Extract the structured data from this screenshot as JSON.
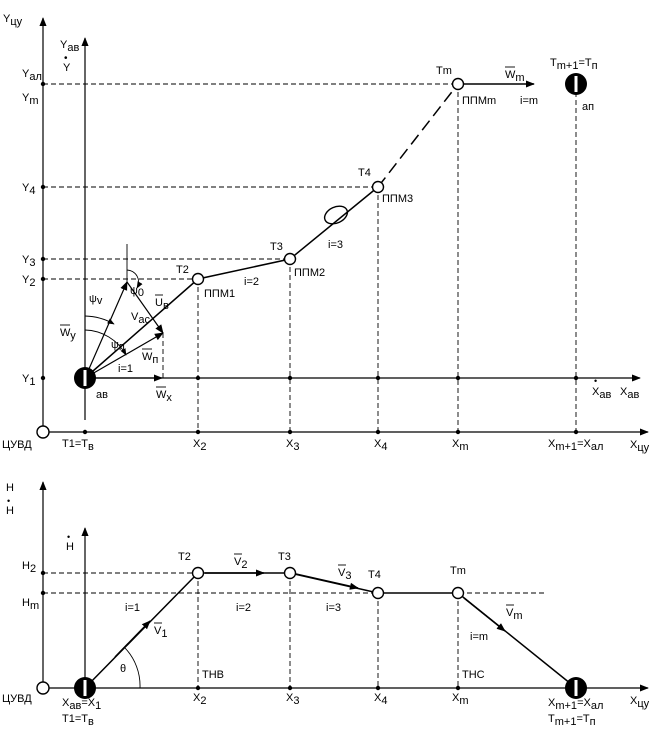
{
  "top": {
    "axis_y_cu": "Y",
    "axis_y_cu_sub": "цу",
    "axis_y_av": "Y",
    "axis_y_av_sub": "ав",
    "axis_y_dot": "Y",
    "axis_x_cu": "X",
    "axis_x_cu_sub": "цу",
    "axis_x_av": "X",
    "axis_x_av_sub": "ав",
    "origin": "ЦУВД",
    "y_ticks": [
      {
        "t": "Y",
        "s": "ал"
      },
      {
        "t": "Y",
        "s": "m"
      },
      {
        "t": "Y",
        "s": "4"
      },
      {
        "t": "Y",
        "s": "3"
      },
      {
        "t": "Y",
        "s": "2"
      },
      {
        "t": "Y",
        "s": "1"
      }
    ],
    "x_ticks": [
      {
        "t": "T1=T",
        "s": "в"
      },
      {
        "t": "X",
        "s": "2"
      },
      {
        "t": "X",
        "s": "3"
      },
      {
        "t": "X",
        "s": "4"
      },
      {
        "t": "X",
        "s": "m"
      },
      {
        "t": "X",
        "s": "m+1",
        "t2": "=X",
        "s2": "ал"
      }
    ],
    "points": {
      "t2": "T2",
      "t3": "T3",
      "t4": "T4",
      "tm": "Tm",
      "tm1": "T",
      "tm1_sub": "m+1",
      "tm1_rest": "=T",
      "tm1_rest_sub": "п",
      "ppm1": "ППМ1",
      "ppm2": "ППМ2",
      "ppm3": "ППМ3",
      "ppmm": "ППМm",
      "av": "ав",
      "al": "ап"
    },
    "legs": {
      "i1": "i=1",
      "i2": "i=2",
      "i3": "i=3",
      "im": "i=m"
    },
    "vectors": {
      "wx": "W",
      "wx_sub": "x",
      "wy": "W",
      "wy_sub": "y",
      "wp": "W",
      "wp_sub": "п",
      "vac": "V",
      "vac_sub": "ас",
      "ub": "U",
      "ub_sub": "в",
      "wm": "W",
      "wm_sub": "m"
    },
    "angles": {
      "psi_v": "ψ",
      "psi_v_sub": "v",
      "psi_n": "ψ",
      "psi_n_sub": "п",
      "psi_0": "ψ",
      "psi_0_sub": "0"
    }
  },
  "bottom": {
    "axis_h": "H",
    "axis_h_dot": "H",
    "axis_h_dot2": "H",
    "axis_x_cu": "X",
    "axis_x_cu_sub": "цу",
    "origin": "ЦУВД",
    "h_ticks": [
      {
        "t": "H",
        "s": "2"
      },
      {
        "t": "H",
        "s": "m"
      }
    ],
    "x_ticks": [
      {
        "t": "X",
        "s": "ав",
        "t2": "=X",
        "s2": "1"
      },
      {
        "t": "X",
        "s": "2"
      },
      {
        "t": "X",
        "s": "3"
      },
      {
        "t": "X",
        "s": "4"
      },
      {
        "t": "X",
        "s": "m"
      },
      {
        "t": "X",
        "s": "m+1",
        "t2": "=X",
        "s2": "ал"
      }
    ],
    "t1": "T1=T",
    "t1_sub": "в",
    "tm1": "T",
    "tm1_sub": "m+1",
    "tm1_rest": "=T",
    "tm1_rest_sub": "п",
    "points": {
      "t2": "T2",
      "t3": "T3",
      "t4": "T4",
      "tm": "Tm"
    },
    "markers": {
      "tnv": "ТНВ",
      "tns": "ТНС"
    },
    "legs": {
      "i1": "i=1",
      "i2": "i=2",
      "i3": "i=3",
      "im": "i=m"
    },
    "vectors": {
      "v1": "V",
      "v1_sub": "1",
      "v2": "V",
      "v2_sub": "2",
      "v3": "V",
      "v3_sub": "3",
      "vm": "V",
      "vm_sub": "m"
    },
    "theta": "θ"
  }
}
